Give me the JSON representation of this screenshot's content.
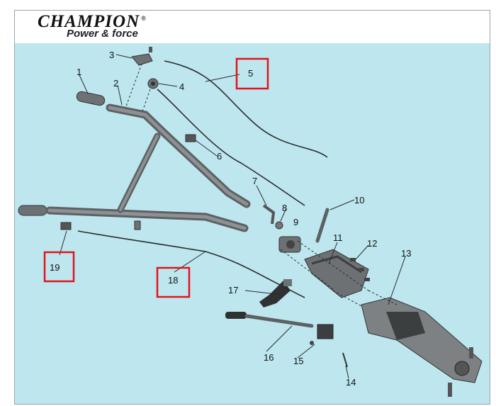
{
  "brand": {
    "name": "CHAMPION",
    "tagline": "Power & force"
  },
  "callouts": [
    "1",
    "2",
    "3",
    "4",
    "5",
    "6",
    "7",
    "8",
    "9",
    "10",
    "11",
    "12",
    "13",
    "14",
    "15",
    "16",
    "17",
    "18",
    "19"
  ],
  "highlighted_callouts": [
    "5",
    "18",
    "19"
  ],
  "colors": {
    "background": "#bde6ee",
    "highlight": "#e0141c",
    "part": "#7d8183",
    "dark_part": "#3c3f40"
  }
}
